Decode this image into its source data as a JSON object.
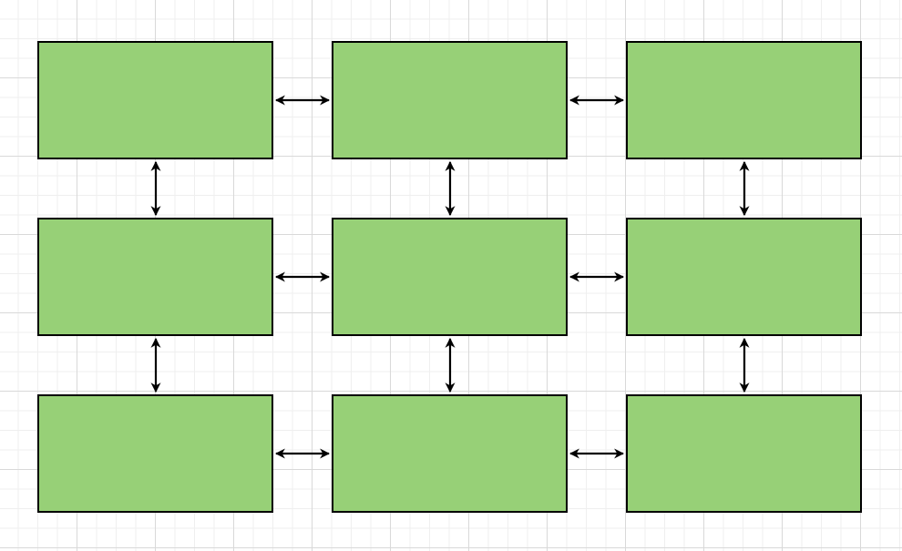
{
  "diagram": {
    "node_fill": "#97d077",
    "node_stroke": "#000000",
    "edge_color": "#000000",
    "grid_color": "#d9d9d9",
    "nodes": [
      {
        "id": "node-r1-c1",
        "label": ""
      },
      {
        "id": "node-r1-c2",
        "label": ""
      },
      {
        "id": "node-r1-c3",
        "label": ""
      },
      {
        "id": "node-r2-c1",
        "label": ""
      },
      {
        "id": "node-r2-c2",
        "label": ""
      },
      {
        "id": "node-r2-c3",
        "label": ""
      },
      {
        "id": "node-r3-c1",
        "label": ""
      },
      {
        "id": "node-r3-c2",
        "label": ""
      },
      {
        "id": "node-r3-c3",
        "label": ""
      }
    ],
    "edges": [
      {
        "from": "node-r1-c1",
        "to": "node-r1-c2",
        "direction": "bidirectional"
      },
      {
        "from": "node-r1-c2",
        "to": "node-r1-c3",
        "direction": "bidirectional"
      },
      {
        "from": "node-r2-c1",
        "to": "node-r2-c2",
        "direction": "bidirectional"
      },
      {
        "from": "node-r2-c2",
        "to": "node-r2-c3",
        "direction": "bidirectional"
      },
      {
        "from": "node-r3-c1",
        "to": "node-r3-c2",
        "direction": "bidirectional"
      },
      {
        "from": "node-r3-c2",
        "to": "node-r3-c3",
        "direction": "bidirectional"
      },
      {
        "from": "node-r1-c1",
        "to": "node-r2-c1",
        "direction": "bidirectional"
      },
      {
        "from": "node-r1-c2",
        "to": "node-r2-c2",
        "direction": "bidirectional"
      },
      {
        "from": "node-r1-c3",
        "to": "node-r2-c3",
        "direction": "bidirectional"
      },
      {
        "from": "node-r2-c1",
        "to": "node-r3-c1",
        "direction": "bidirectional"
      },
      {
        "from": "node-r2-c2",
        "to": "node-r3-c2",
        "direction": "bidirectional"
      },
      {
        "from": "node-r2-c3",
        "to": "node-r3-c3",
        "direction": "bidirectional"
      }
    ]
  }
}
